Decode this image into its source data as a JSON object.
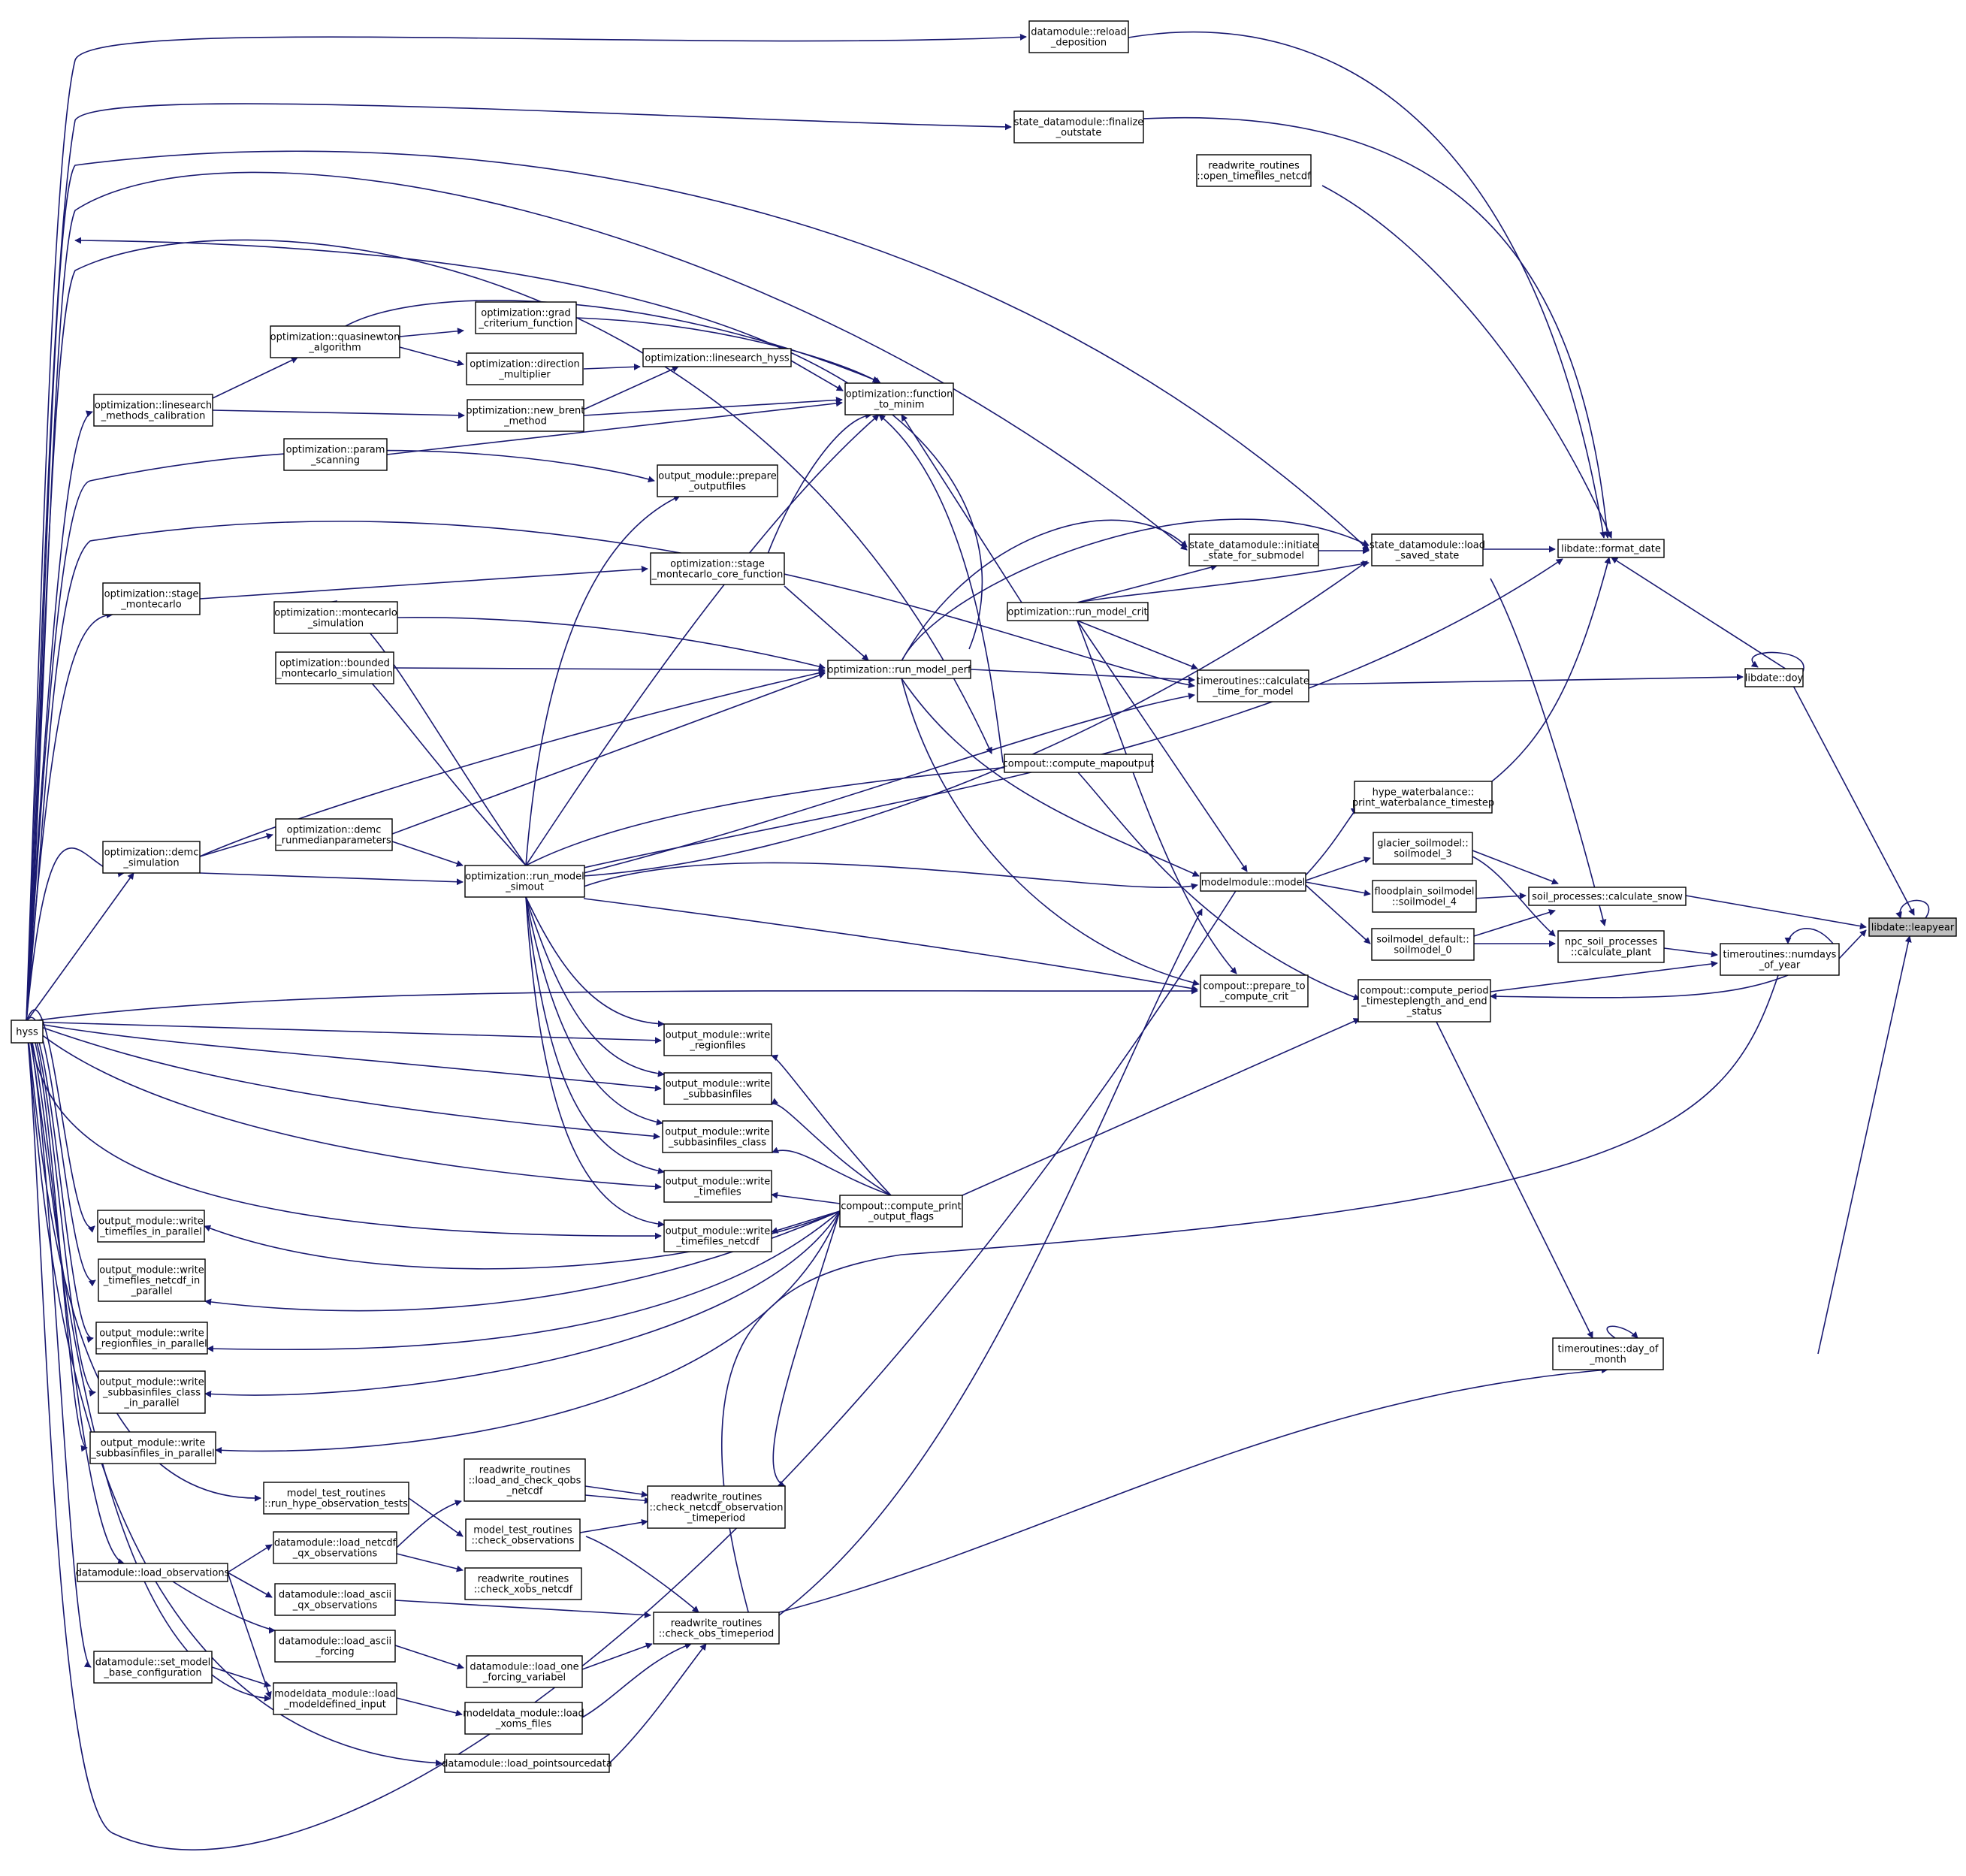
{
  "graph": {
    "title": "",
    "colors": {
      "edge": "#191970",
      "node_border": "#000000",
      "root_fill": "#bfbfbf",
      "node_fill": "#ffffff"
    },
    "nodes": [
      {
        "id": "hyss",
        "label": [
          "hyss"
        ]
      },
      {
        "id": "reload_deposition",
        "label": [
          "datamodule::reload",
          "_deposition"
        ]
      },
      {
        "id": "finalize_outstate",
        "label": [
          "state_datamodule::finalize",
          "_outstate"
        ]
      },
      {
        "id": "open_timefiles_netcdf",
        "label": [
          "readwrite_routines",
          "::open_timefiles_netcdf"
        ]
      },
      {
        "id": "grad_criterium",
        "label": [
          "optimization::grad",
          "_criterium_function"
        ]
      },
      {
        "id": "quasinewton",
        "label": [
          "optimization::quasinewton",
          "_algorithm"
        ]
      },
      {
        "id": "direction_multiplier",
        "label": [
          "optimization::direction",
          "_multiplier"
        ]
      },
      {
        "id": "linesearch_hyss",
        "label": [
          "optimization::linesearch_hyss"
        ]
      },
      {
        "id": "linesearch_methods_calibration",
        "label": [
          "optimization::linesearch",
          "_methods_calibration"
        ]
      },
      {
        "id": "new_brent",
        "label": [
          "optimization::new_brent",
          "_method"
        ]
      },
      {
        "id": "function_to_minim",
        "label": [
          "optimization::function",
          "_to_minim"
        ]
      },
      {
        "id": "param_scanning",
        "label": [
          "optimization::param",
          "_scanning"
        ]
      },
      {
        "id": "prepare_outputfiles",
        "label": [
          "output_module::prepare",
          "_outputfiles"
        ]
      },
      {
        "id": "initiate_state",
        "label": [
          "state_datamodule::initiate",
          "_state_for_submodel"
        ]
      },
      {
        "id": "load_saved_state",
        "label": [
          "state_datamodule::load",
          "_saved_state"
        ]
      },
      {
        "id": "format_date",
        "label": [
          "libdate::format_date"
        ]
      },
      {
        "id": "stage_montecarlo",
        "label": [
          "optimization::stage",
          "_montecarlo"
        ]
      },
      {
        "id": "stage_montecarlo_core",
        "label": [
          "optimization::stage",
          "_montecarlo_core_function"
        ]
      },
      {
        "id": "montecarlo_simulation",
        "label": [
          "optimization::montecarlo",
          "_simulation"
        ]
      },
      {
        "id": "run_model_crit",
        "label": [
          "optimization::run_model_crit"
        ]
      },
      {
        "id": "bounded_montecarlo",
        "label": [
          "optimization::bounded",
          "_montecarlo_simulation"
        ]
      },
      {
        "id": "run_model_perf",
        "label": [
          "optimization::run_model_perf"
        ]
      },
      {
        "id": "calculate_time_for_model",
        "label": [
          "timeroutines::calculate",
          "_time_for_model"
        ]
      },
      {
        "id": "doy",
        "label": [
          "libdate::doy"
        ]
      },
      {
        "id": "compute_mapoutput",
        "label": [
          "compout::compute_mapoutput"
        ]
      },
      {
        "id": "print_waterbalance",
        "label": [
          "hype_waterbalance::",
          "print_waterbalance_timestep"
        ]
      },
      {
        "id": "demc_simulation",
        "label": [
          "optimization::demc",
          "_simulation"
        ]
      },
      {
        "id": "demc_runmedian",
        "label": [
          "optimization::demc",
          "_runmedianparameters"
        ]
      },
      {
        "id": "run_model_simout",
        "label": [
          "optimization::run_model",
          "_simout"
        ]
      },
      {
        "id": "modelmodule_model",
        "label": [
          "modelmodule::model"
        ]
      },
      {
        "id": "glacier_soilmodel_3",
        "label": [
          "glacier_soilmodel::",
          "soilmodel_3"
        ]
      },
      {
        "id": "floodplain_soilmodel_4",
        "label": [
          "floodplain_soilmodel",
          "::soilmodel_4"
        ]
      },
      {
        "id": "calculate_snow",
        "label": [
          "soil_processes::calculate_snow"
        ]
      },
      {
        "id": "leapyear",
        "label": [
          "libdate::leapyear"
        ]
      },
      {
        "id": "soilmodel_default_0",
        "label": [
          "soilmodel_default::",
          "soilmodel_0"
        ]
      },
      {
        "id": "calculate_plant",
        "label": [
          "npc_soil_processes",
          "::calculate_plant"
        ]
      },
      {
        "id": "numdays_of_year",
        "label": [
          "timeroutines::numdays",
          "_of_year"
        ]
      },
      {
        "id": "prepare_to_compute_crit",
        "label": [
          "compout::prepare_to",
          "_compute_crit"
        ]
      },
      {
        "id": "compute_period",
        "label": [
          "compout::compute_period",
          "_timesteplength_and_end",
          "_status"
        ]
      },
      {
        "id": "write_regionfiles",
        "label": [
          "output_module::write",
          "_regionfiles"
        ]
      },
      {
        "id": "write_subbasinfiles",
        "label": [
          "output_module::write",
          "_subbasinfiles"
        ]
      },
      {
        "id": "write_subbasinfiles_class",
        "label": [
          "output_module::write",
          "_subbasinfiles_class"
        ]
      },
      {
        "id": "write_timefiles",
        "label": [
          "output_module::write",
          "_timefiles"
        ]
      },
      {
        "id": "compute_print_output_flags",
        "label": [
          "compout::compute_print",
          "_output_flags"
        ]
      },
      {
        "id": "write_timefiles_netcdf",
        "label": [
          "output_module::write",
          "_timefiles_netcdf"
        ]
      },
      {
        "id": "write_timefiles_in_parallel",
        "label": [
          "output_module::write",
          "_timefiles_in_parallel"
        ]
      },
      {
        "id": "write_timefiles_netcdf_in_parallel",
        "label": [
          "output_module::write",
          "_timefiles_netcdf_in",
          "_parallel"
        ]
      },
      {
        "id": "day_of_month",
        "label": [
          "timeroutines::day_of",
          "_month"
        ]
      },
      {
        "id": "write_regionfiles_in_parallel",
        "label": [
          "output_module::write",
          "_regionfiles_in_parallel"
        ]
      },
      {
        "id": "write_subbasinfiles_class_in_parallel",
        "label": [
          "output_module::write",
          "_subbasinfiles_class",
          "_in_parallel"
        ]
      },
      {
        "id": "write_subbasinfiles_in_parallel",
        "label": [
          "output_module::write",
          "_subbasinfiles_in_parallel"
        ]
      },
      {
        "id": "load_and_check_qobs_netcdf",
        "label": [
          "readwrite_routines",
          "::load_and_check_qobs",
          "_netcdf"
        ]
      },
      {
        "id": "run_hype_observation_tests",
        "label": [
          "model_test_routines",
          "::run_hype_observation_tests"
        ]
      },
      {
        "id": "check_netcdf_observation_timeperiod",
        "label": [
          "readwrite_routines",
          "::check_netcdf_observation",
          "_timeperiod"
        ]
      },
      {
        "id": "check_observations",
        "label": [
          "model_test_routines",
          "::check_observations"
        ]
      },
      {
        "id": "load_netcdf_qx_observations",
        "label": [
          "datamodule::load_netcdf",
          "_qx_observations"
        ]
      },
      {
        "id": "load_observations",
        "label": [
          "datamodule::load_observations"
        ]
      },
      {
        "id": "check_xobs_netcdf",
        "label": [
          "readwrite_routines",
          "::check_xobs_netcdf"
        ]
      },
      {
        "id": "load_ascii_qx_observations",
        "label": [
          "datamodule::load_ascii",
          "_qx_observations"
        ]
      },
      {
        "id": "check_obs_timeperiod",
        "label": [
          "readwrite_routines",
          "::check_obs_timeperiod"
        ]
      },
      {
        "id": "load_ascii_forcing",
        "label": [
          "datamodule::load_ascii",
          "_forcing"
        ]
      },
      {
        "id": "set_model_base_configuration",
        "label": [
          "datamodule::set_model",
          "_base_configuration"
        ]
      },
      {
        "id": "load_one_forcing_variabel",
        "label": [
          "datamodule::load_one",
          "_forcing_variabel"
        ]
      },
      {
        "id": "load_modeldefined_input",
        "label": [
          "modeldata_module::load",
          "_modeldefined_input"
        ]
      },
      {
        "id": "load_xoms_files",
        "label": [
          "modeldata_module::load",
          "_xoms_files"
        ]
      },
      {
        "id": "load_pointsourcedata",
        "label": [
          "datamodule::load_pointsourcedata"
        ]
      }
    ]
  }
}
